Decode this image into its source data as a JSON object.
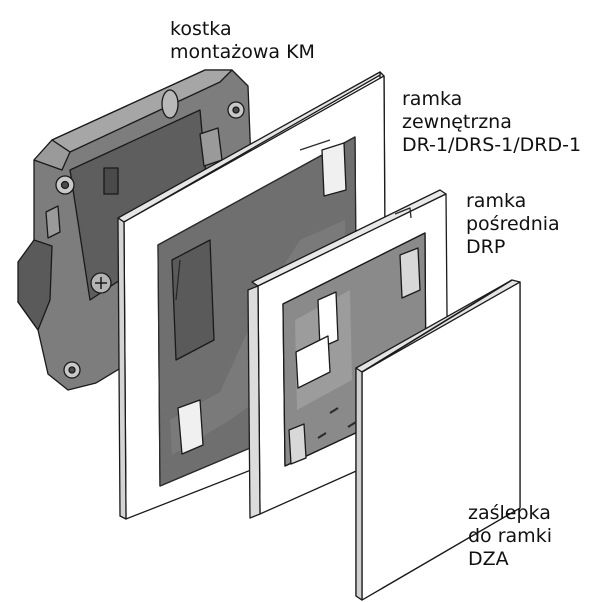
{
  "labels": {
    "mounting_block": {
      "line1": "kostka",
      "line2": "montażowa KM"
    },
    "outer_frame": {
      "line1": "ramka",
      "line2": "zewnętrzna",
      "line3": "DR-1/DRS-1/DRD-1"
    },
    "middle_frame": {
      "line1": "ramka",
      "line2": "pośrednia",
      "line3": "DRP"
    },
    "blank_cover": {
      "line1": "zaślepka",
      "line2": "do ramki",
      "line3": "DZA"
    }
  },
  "colors": {
    "outline": "#1a1a1a",
    "block_dark": "#5a5a5a",
    "block_mid": "#808080",
    "block_light": "#a6a6a6",
    "frame_face": "#ffffff",
    "frame_edge": "#e6e6e6"
  }
}
